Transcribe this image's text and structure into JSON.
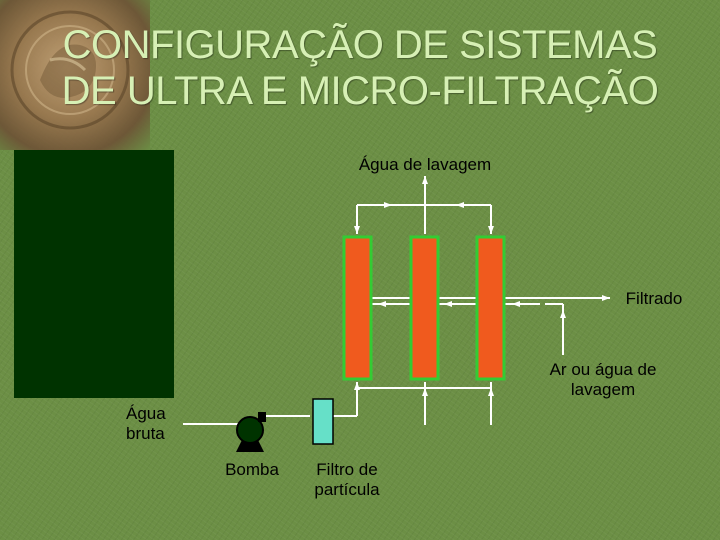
{
  "slide": {
    "title_line1": "CONFIGURAÇÃO DE SISTEMAS",
    "title_line2": "DE ULTRA E MICRO-FILTRAÇÃO"
  },
  "diagram": {
    "labels": {
      "wash_water": "Água de lavagem",
      "filtrate": "Filtrado",
      "air_or_wash_line1": "Ar ou água de",
      "air_or_wash_line2": "lavagem",
      "raw_water_line1": "Água",
      "raw_water_line2": "bruta",
      "pump": "Bomba",
      "particle_filter_line1": "Filtro de",
      "particle_filter_line2": "partícula"
    },
    "colors": {
      "membrane_fill": "#f05a1e",
      "membrane_border": "#33cc33",
      "particle_filter_fill": "#66e0c8",
      "pipe": "#ffffff",
      "panel": "#003300",
      "title": "#d7f0b5"
    },
    "membrane_count": 3
  }
}
